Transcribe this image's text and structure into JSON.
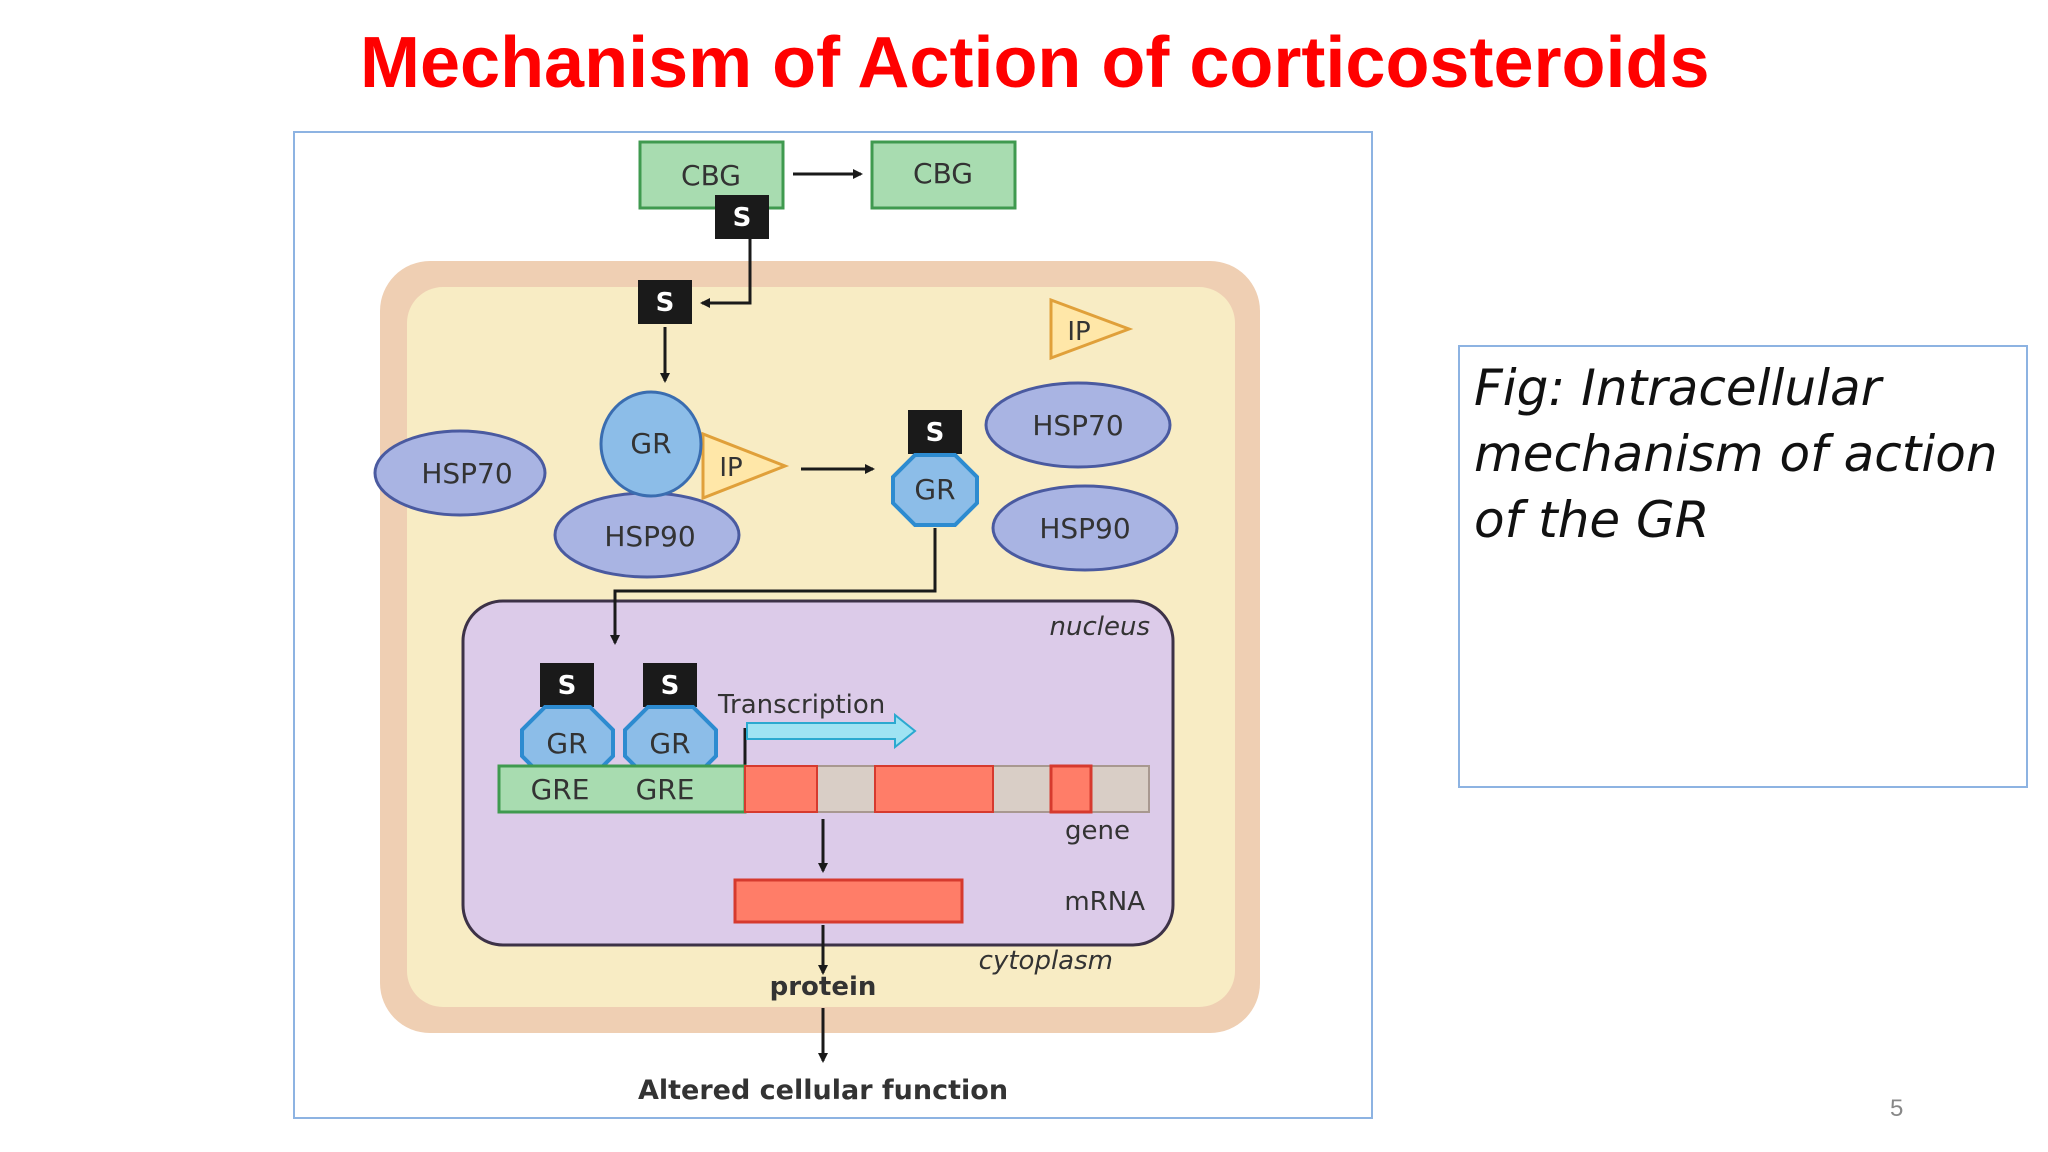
{
  "slide": {
    "title": "Mechanism of Action of corticosteroids",
    "slide_number": "5"
  },
  "caption": {
    "text": "Fig: Intracellular mechanism of action of the GR"
  },
  "diagram": {
    "cbg_bound": "CBG",
    "cbg_free": "CBG",
    "steroid": "S",
    "ip": "IP",
    "gr": "GR",
    "hsp70": "HSP70",
    "hsp90": "HSP90",
    "nucleus": "nucleus",
    "transcription": "Transcription",
    "gre": "GRE",
    "gene": "gene",
    "mrna": "mRNA",
    "cytoplasm": "cytoplasm",
    "protein": "protein",
    "altered": "Altered cellular function"
  },
  "colors": {
    "title": "#ff0000",
    "frame_border": "#8db3e2",
    "cell_membrane": "#efcfb3",
    "cytoplasm_fill": "#f8ecc4",
    "nucleus_fill": "#dccbe9",
    "hsp_fill": "#a9b4e3",
    "gr_fill": "#8cbde8",
    "cbg_fill": "#a8dcb0",
    "exon": "#ff7d68",
    "intron": "#d9cec6",
    "ip_fill": "#ffe7a8"
  }
}
